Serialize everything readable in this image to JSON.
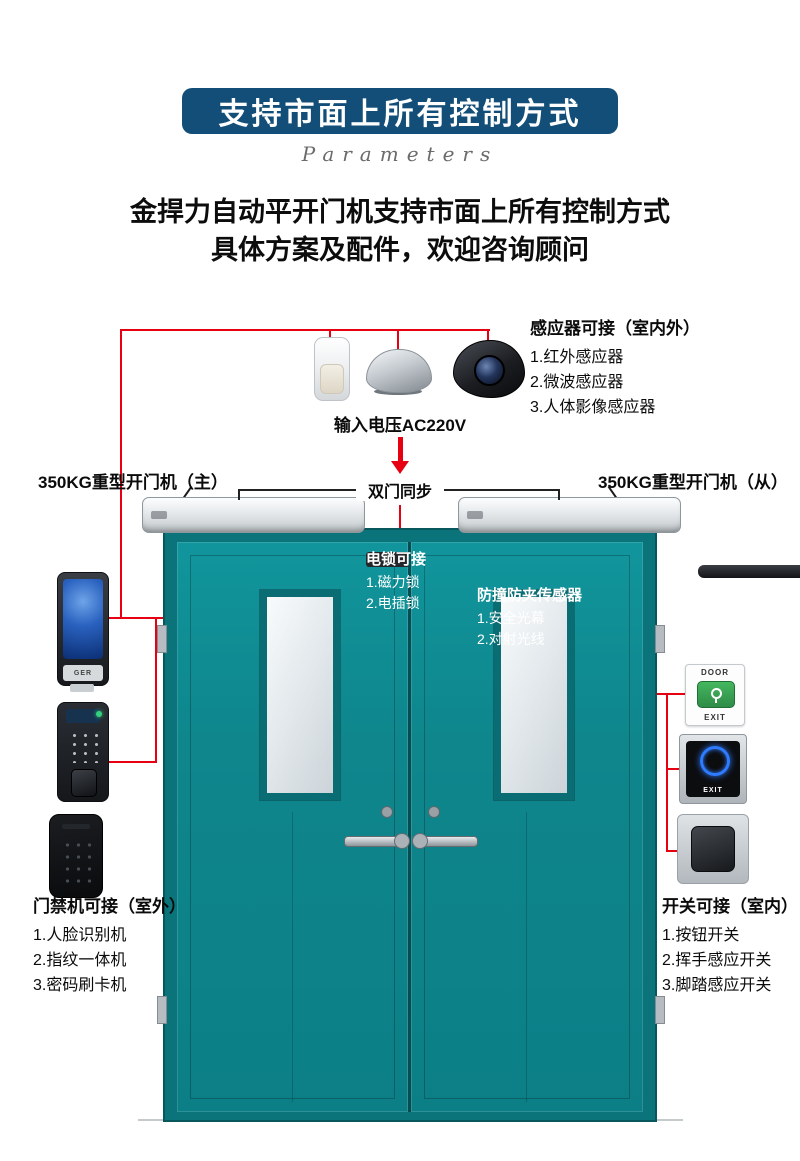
{
  "header": {
    "banner_title": "支持市面上所有控制方式",
    "script_word": "Parameters",
    "intro_line1": "金捍力自动平开门机支持市面上所有控制方式",
    "intro_line2": "具体方案及配件，欢迎咨询顾问"
  },
  "sensors": {
    "title": "感应器可接（室内外）",
    "items": [
      "1.红外感应器",
      "2.微波感应器",
      "3.人体影像感应器"
    ]
  },
  "power": {
    "label": "输入电压AC220V"
  },
  "operators": {
    "left_label": "350KG重型开门机（主）",
    "right_label": "350KG重型开门机（从）",
    "sync_label": "双门同步"
  },
  "lock": {
    "title": "电锁可接",
    "items": [
      "1.磁力锁",
      "2.电插锁"
    ]
  },
  "anti_pinch": {
    "title": "防撞防夹传感器",
    "items": [
      "1.安全光幕",
      "2.对射光线"
    ]
  },
  "access_devices": {
    "title": "门禁机可接（室外）",
    "items": [
      "1.人脸识别机",
      "2.指纹一体机",
      "3.密码刷卡机"
    ],
    "face_brand": "GER"
  },
  "exit_switches": {
    "title": "开关可接（室内）",
    "items": [
      "1.按钮开关",
      "2.挥手感应开关",
      "3.脚踏感应开关"
    ]
  },
  "exit_button": {
    "top": "DOOR",
    "bottom": "EXIT"
  },
  "no_touch_switch": {
    "label": "EXIT"
  },
  "colors": {
    "accent_red": "#e60012",
    "banner_blue": "#134e78",
    "door_teal": "#0e868c",
    "button_green": "#2e8b47"
  }
}
